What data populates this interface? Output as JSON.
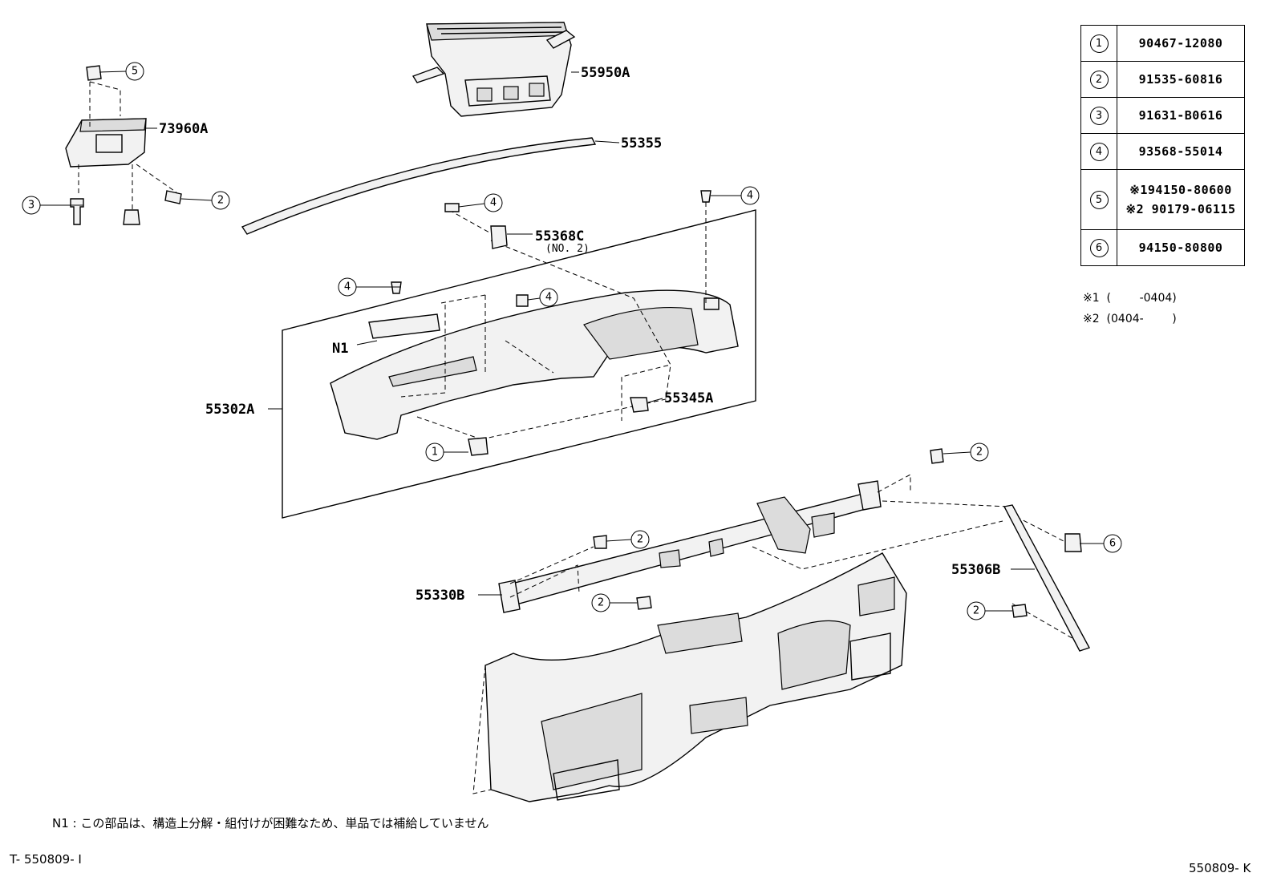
{
  "labels": {
    "p55950a": "55950A",
    "p73960a": "73960A",
    "p55355": "55355",
    "p55368c": "55368C",
    "p55368c_sub": "(NO. 2)",
    "n1": "N1",
    "p55302a": "55302A",
    "p55345a": "55345A",
    "p55330b": "55330B",
    "p55306b": "55306B"
  },
  "callouts": {
    "c1": "1",
    "c2": "2",
    "c3": "3",
    "c4": "4",
    "c5": "5",
    "c6": "6"
  },
  "parts_table": [
    {
      "index": "1",
      "part_numbers": [
        "90467-12080"
      ]
    },
    {
      "index": "2",
      "part_numbers": [
        "91535-60816"
      ]
    },
    {
      "index": "3",
      "part_numbers": [
        "91631-B0616"
      ]
    },
    {
      "index": "4",
      "part_numbers": [
        "93568-55014"
      ]
    },
    {
      "index": "5",
      "part_numbers": [
        "※194150-80600",
        "※2 90179-06115"
      ]
    },
    {
      "index": "6",
      "part_numbers": [
        "94150-80800"
      ]
    }
  ],
  "notes": {
    "note1": "※1  (        -0404)",
    "note2": "※2  (0404-        )"
  },
  "footnote": "N1 : この部品は、構造上分解・組付けが困難なため、単品では補給していません",
  "code_left": "T- 550809- I",
  "code_right": "550809- K"
}
